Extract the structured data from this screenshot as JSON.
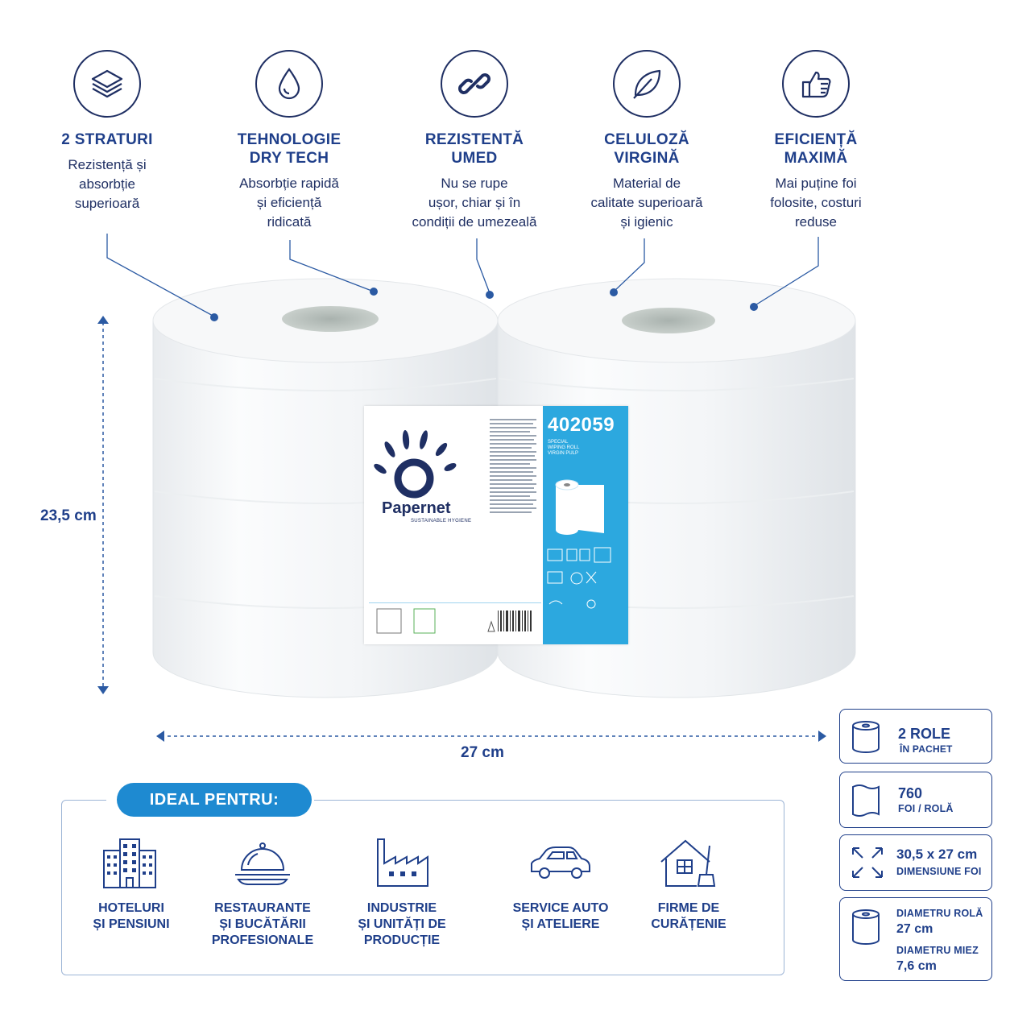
{
  "colors": {
    "navy": "#1f2f63",
    "blue_title": "#1f3f8a",
    "accent_blue": "#1e8ad1",
    "label_blue": "#2ca8df"
  },
  "features": [
    {
      "icon": "layers-icon",
      "title": "2 STRATURI",
      "desc": [
        "Rezistență și",
        "absorbție",
        "superioară"
      ]
    },
    {
      "icon": "water-drop-icon",
      "title": [
        "TEHNOLOGIE",
        "DRY TECH"
      ],
      "desc": [
        "Absorbție rapidă",
        "și eficiență",
        "ridicată"
      ]
    },
    {
      "icon": "chain-link-icon",
      "title": [
        "REZISTENTĂ",
        "UMED"
      ],
      "desc": [
        "Nu se rupe",
        "ușor, chiar și în",
        "condiții de umezeală"
      ]
    },
    {
      "icon": "leaf-icon",
      "title": [
        "CELULOZĂ",
        "VIRGINĂ"
      ],
      "desc": [
        "Material de",
        "calitate superioară",
        "și igienic"
      ]
    },
    {
      "icon": "thumbs-up-icon",
      "title": [
        "EFICIENȚĂ",
        "MAXIMĂ"
      ],
      "desc": [
        "Mai puține foi",
        "folosite, costuri",
        "reduse"
      ]
    }
  ],
  "product_label": {
    "code": "402059",
    "subtitle": [
      "SPECIAL",
      "WIPING ROLL",
      "VIRGIN PULP"
    ],
    "brand": "Papernet",
    "brand_tagline": "SUSTAINABLE HYGIENE"
  },
  "dimensions": {
    "height": "23,5 cm",
    "width": "27 cm"
  },
  "specs": [
    {
      "icon": "roll-icon",
      "big": "2 ROLE",
      "small": "ÎN PACHET"
    },
    {
      "icon": "sheet-icon",
      "big": "760",
      "small": "FOI / ROLĂ"
    },
    {
      "icon": "expand-arrows-icon",
      "big": "30,5 x 27 cm",
      "small": "DIMENSIUNE FOI"
    },
    {
      "icon": "roll-diameter-icon",
      "lines": [
        "DIAMETRU ROLĂ",
        "27 cm",
        "DIAMETRU MIEZ",
        "7,6 cm"
      ]
    }
  ],
  "ideal": {
    "heading": "IDEAL PENTRU:",
    "uses": [
      {
        "icon": "hotel-building-icon",
        "title": [
          "HOTELURI",
          "ȘI PENSIUNI"
        ]
      },
      {
        "icon": "cloche-icon",
        "title": [
          "RESTAURANTE",
          "ȘI BUCĂTĂRII",
          "PROFESIONALE"
        ]
      },
      {
        "icon": "factory-icon",
        "title": [
          "INDUSTRIE",
          "ȘI UNITĂȚI DE",
          "PRODUCȚIE"
        ]
      },
      {
        "icon": "car-icon",
        "title": [
          "SERVICE AUTO",
          "ȘI ATELIERE"
        ]
      },
      {
        "icon": "cleaning-house-icon",
        "title": [
          "FIRME DE",
          "CURĂȚENIE"
        ]
      }
    ]
  }
}
